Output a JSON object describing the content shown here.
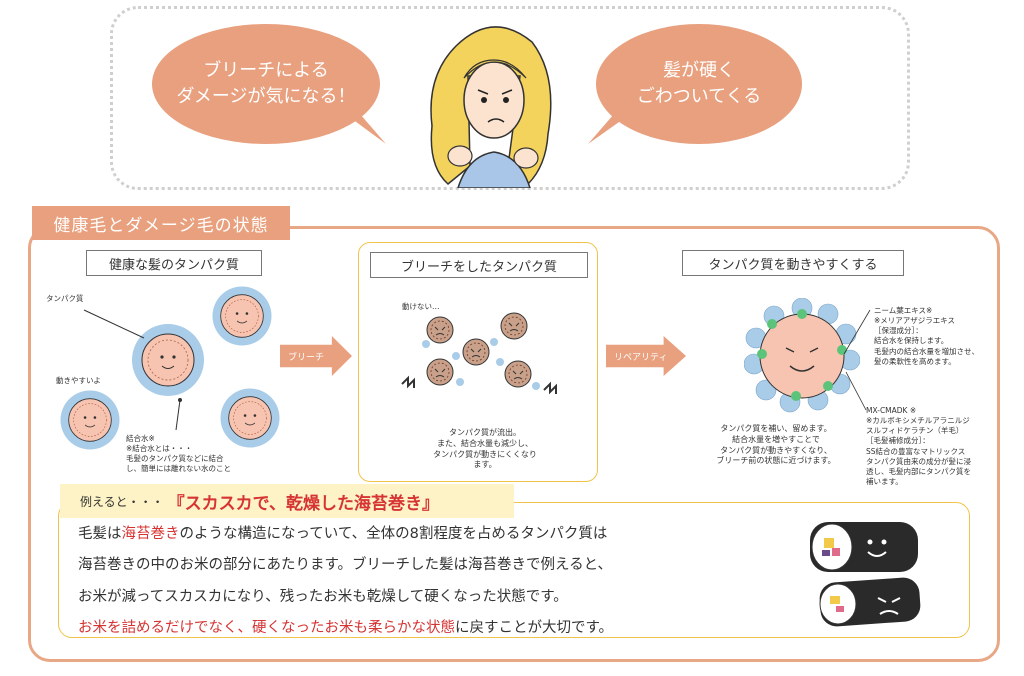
{
  "header": {
    "bubble_left": "ブリーチによる\nダメージが気になる！",
    "bubble_right": "髪が硬く\nごわついてくる"
  },
  "section": {
    "title": "健康毛とダメージ毛の状態"
  },
  "panels": {
    "healthy": {
      "title": "健康な髪のタンパク質",
      "label_protein": "タンパク質",
      "label_moves": "動きやすいよ",
      "label_water": "結合水※",
      "note": "※結合水とは・・・\n毛髪のタンパク質などに結合\nし、簡単には離れない水のこと"
    },
    "arrow_bleach": "ブリーチ",
    "bleached": {
      "title": "ブリーチをしたタンパク質",
      "label_stuck": "動けない…",
      "caption": "タンパク質が流出。\nまた、結合水量も減少し、\nタンパク質が動きにくくなり\nます。"
    },
    "arrow_repair": "リペアリティ",
    "moving": {
      "title": "タンパク質を動きやすくする",
      "caption": "タンパク質を補い、留めます。\n結合水量を増やすことで\nタンパク質が動きやすくなり、\nブリーチ前の状態に近づけます。",
      "neem_note": "ニーム葉エキス※\n※メリアアザジラエキス\n［保湿成分］：\n結合水を保持します。\n毛髪内の結合水量を増加させ、\n髪の柔軟性を高めます。",
      "mx_note": "MX-CMADK ※\n※カルボキシメチルアラニルジ\nスルフィドケラチン（羊毛）\n［毛髪補修成分］：\nSS結合の豊富なマトリックス\nタンパク質由来の成分が髪に浸\n透し、毛髪内部にタンパク質を\n補います。"
    }
  },
  "example": {
    "lead": "例えると・・・",
    "quote": "『スカスカで、乾燥した海苔巻き』",
    "line1_a": "毛髪は",
    "line1_red": "海苔巻き",
    "line1_b": "のような構造になっていて、全体の8割程度を占めるタンパク質は",
    "line2": "海苔巻きの中のお米の部分にあたります。ブリーチした髪は海苔巻きで例えると、",
    "line3": "お米が減ってスカスカになり、残ったお米も乾燥して硬くなった状態です。",
    "line4_red": "お米を詰めるだけでなく、硬くなったお米も柔らかな状態",
    "line4_b": "に戻すことが大切です。"
  },
  "colors": {
    "accent_orange": "#e8a07e",
    "frame_orange": "#e8a886",
    "highlight_yellow": "#f0c44a",
    "emphasis_red": "#d63333",
    "protein_pink": "#f6c4b0",
    "water_blue": "#a9cce8",
    "neem_green": "#5cc47a"
  },
  "icons": [
    "worried-woman-illustration",
    "protein-cluster-icon",
    "damaged-protein-icon",
    "repaired-protein-icon",
    "sushi-roll-icon"
  ]
}
